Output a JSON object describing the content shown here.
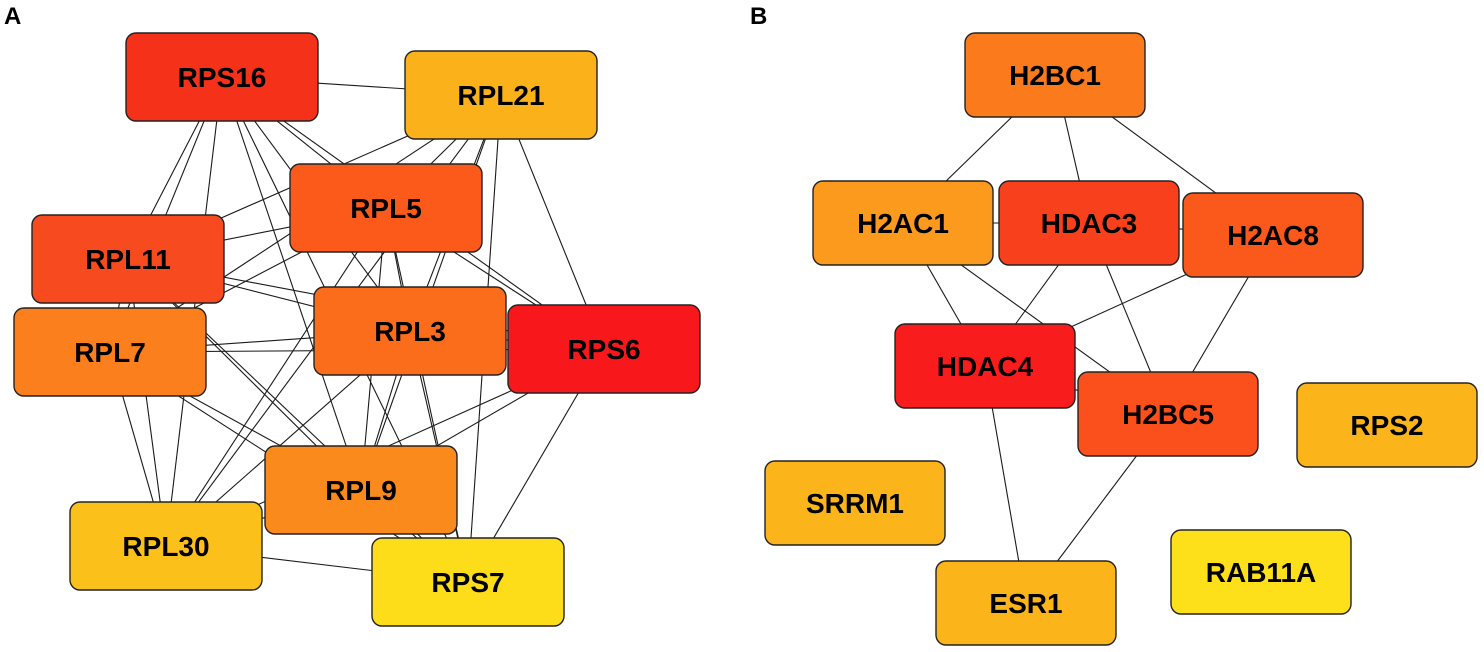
{
  "panels": [
    {
      "label": "A",
      "nodes": [
        {
          "id": "RPS16",
          "label": "RPS16",
          "color": "#f5311a"
        },
        {
          "id": "RPL21",
          "label": "RPL21",
          "color": "#fbb21a"
        },
        {
          "id": "RPL5",
          "label": "RPL5",
          "color": "#fb5a1a"
        },
        {
          "id": "RPL11",
          "label": "RPL11",
          "color": "#f84a1f"
        },
        {
          "id": "RPL7",
          "label": "RPL7",
          "color": "#fb7f1c"
        },
        {
          "id": "RPL3",
          "label": "RPL3",
          "color": "#fb6c1b"
        },
        {
          "id": "RPS6",
          "label": "RPS6",
          "color": "#f8171a"
        },
        {
          "id": "RPL9",
          "label": "RPL9",
          "color": "#fb8a1d"
        },
        {
          "id": "RPL30",
          "label": "RPL30",
          "color": "#fcc01a"
        },
        {
          "id": "RPS7",
          "label": "RPS7",
          "color": "#fddc1a"
        }
      ],
      "edges": [
        [
          "RPS16",
          "RPL21"
        ],
        [
          "RPS16",
          "RPL5"
        ],
        [
          "RPS16",
          "RPL11"
        ],
        [
          "RPS16",
          "RPL7"
        ],
        [
          "RPS16",
          "RPL3"
        ],
        [
          "RPS16",
          "RPS6"
        ],
        [
          "RPS16",
          "RPL9"
        ],
        [
          "RPS16",
          "RPL30"
        ],
        [
          "RPS16",
          "RPS7"
        ],
        [
          "RPL21",
          "RPL5"
        ],
        [
          "RPL21",
          "RPL11"
        ],
        [
          "RPL21",
          "RPL7"
        ],
        [
          "RPL21",
          "RPL3"
        ],
        [
          "RPL21",
          "RPS6"
        ],
        [
          "RPL21",
          "RPL9"
        ],
        [
          "RPL21",
          "RPL30"
        ],
        [
          "RPL21",
          "RPS7"
        ],
        [
          "RPL5",
          "RPL11"
        ],
        [
          "RPL5",
          "RPL7"
        ],
        [
          "RPL5",
          "RPL3"
        ],
        [
          "RPL5",
          "RPS6"
        ],
        [
          "RPL5",
          "RPL9"
        ],
        [
          "RPL5",
          "RPL30"
        ],
        [
          "RPL5",
          "RPS7"
        ],
        [
          "RPL11",
          "RPL7"
        ],
        [
          "RPL11",
          "RPL3"
        ],
        [
          "RPL11",
          "RPS6"
        ],
        [
          "RPL11",
          "RPL9"
        ],
        [
          "RPL11",
          "RPL30"
        ],
        [
          "RPL11",
          "RPS7"
        ],
        [
          "RPL7",
          "RPL3"
        ],
        [
          "RPL7",
          "RPS6"
        ],
        [
          "RPL7",
          "RPL9"
        ],
        [
          "RPL7",
          "RPL30"
        ],
        [
          "RPL7",
          "RPS7"
        ],
        [
          "RPL3",
          "RPS6"
        ],
        [
          "RPL3",
          "RPL9"
        ],
        [
          "RPL3",
          "RPL30"
        ],
        [
          "RPL3",
          "RPS7"
        ],
        [
          "RPS6",
          "RPL9"
        ],
        [
          "RPS6",
          "RPL30"
        ],
        [
          "RPS6",
          "RPS7"
        ],
        [
          "RPL9",
          "RPL30"
        ],
        [
          "RPL9",
          "RPS7"
        ],
        [
          "RPL30",
          "RPS7"
        ]
      ]
    },
    {
      "label": "B",
      "nodes": [
        {
          "id": "H2BC1",
          "label": "H2BC1",
          "color": "#fb7a1c"
        },
        {
          "id": "H2AC1",
          "label": "H2AC1",
          "color": "#fb9a1d"
        },
        {
          "id": "HDAC3",
          "label": "HDAC3",
          "color": "#f8401c"
        },
        {
          "id": "H2AC8",
          "label": "H2AC8",
          "color": "#fb581b"
        },
        {
          "id": "HDAC4",
          "label": "HDAC4",
          "color": "#f81c1c"
        },
        {
          "id": "H2BC5",
          "label": "H2BC5",
          "color": "#fb501b"
        },
        {
          "id": "RPS2",
          "label": "RPS2",
          "color": "#fbb51a"
        },
        {
          "id": "SRRM1",
          "label": "SRRM1",
          "color": "#fbb51a"
        },
        {
          "id": "ESR1",
          "label": "ESR1",
          "color": "#fbb51a"
        },
        {
          "id": "RAB11A",
          "label": "RAB11A",
          "color": "#fddf1a"
        }
      ],
      "edges": [
        [
          "H2BC1",
          "H2AC1"
        ],
        [
          "H2BC1",
          "HDAC3"
        ],
        [
          "H2BC1",
          "H2AC8"
        ],
        [
          "H2AC1",
          "HDAC3"
        ],
        [
          "H2AC1",
          "HDAC4"
        ],
        [
          "H2AC1",
          "H2BC5"
        ],
        [
          "HDAC3",
          "H2AC8"
        ],
        [
          "HDAC3",
          "HDAC4"
        ],
        [
          "HDAC3",
          "H2BC5"
        ],
        [
          "H2AC8",
          "HDAC4"
        ],
        [
          "H2AC8",
          "H2BC5"
        ],
        [
          "HDAC4",
          "H2BC5"
        ],
        [
          "HDAC4",
          "ESR1"
        ],
        [
          "H2BC5",
          "ESR1"
        ]
      ]
    }
  ]
}
